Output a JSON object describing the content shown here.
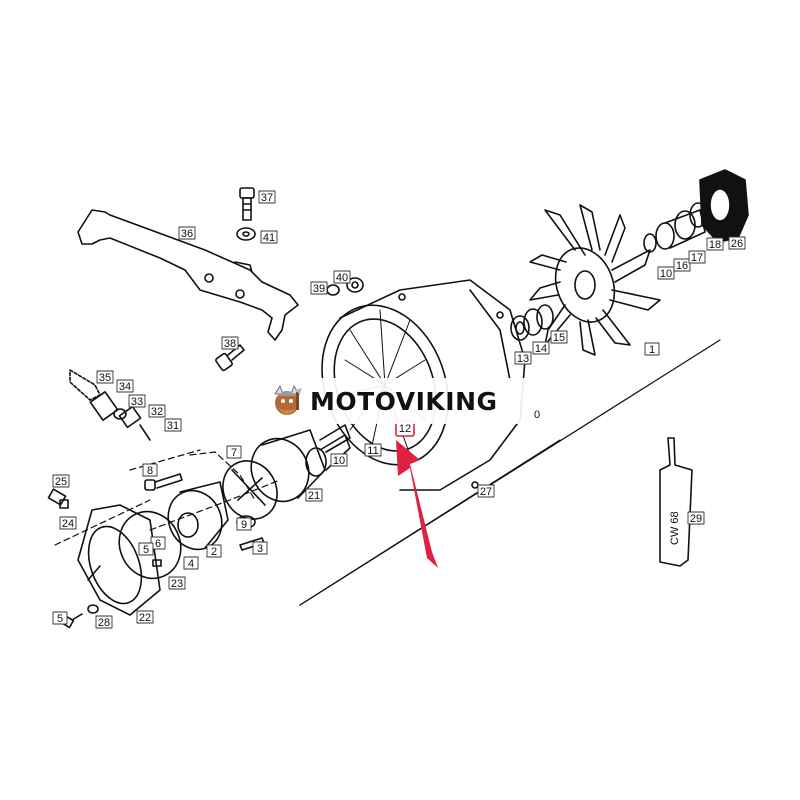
{
  "watermark": {
    "brand_text": "MOTOVIKING"
  },
  "highlight": {
    "part_number": "12",
    "color": "#e0203c"
  },
  "tube_label": "CW 68",
  "callouts": [
    {
      "id": "37",
      "text": "37"
    },
    {
      "id": "41",
      "text": "41"
    },
    {
      "id": "36",
      "text": "36"
    },
    {
      "id": "38",
      "text": "38"
    },
    {
      "id": "39",
      "text": "39"
    },
    {
      "id": "40",
      "text": "40"
    },
    {
      "id": "35",
      "text": "35"
    },
    {
      "id": "34",
      "text": "34"
    },
    {
      "id": "33",
      "text": "33"
    },
    {
      "id": "32",
      "text": "32"
    },
    {
      "id": "31",
      "text": "31"
    },
    {
      "id": "25",
      "text": "25"
    },
    {
      "id": "24",
      "text": "24"
    },
    {
      "id": "8",
      "text": "8"
    },
    {
      "id": "7",
      "text": "7"
    },
    {
      "id": "9",
      "text": "9"
    },
    {
      "id": "6",
      "text": "6"
    },
    {
      "id": "5a",
      "text": "5"
    },
    {
      "id": "4",
      "text": "4"
    },
    {
      "id": "2",
      "text": "2"
    },
    {
      "id": "3",
      "text": "3"
    },
    {
      "id": "23",
      "text": "23"
    },
    {
      "id": "22",
      "text": "22"
    },
    {
      "id": "5b",
      "text": "5"
    },
    {
      "id": "28",
      "text": "28"
    },
    {
      "id": "10a",
      "text": "10"
    },
    {
      "id": "11",
      "text": "11"
    },
    {
      "id": "12",
      "text": "12"
    },
    {
      "id": "21",
      "text": "21"
    },
    {
      "id": "27",
      "text": "27"
    },
    {
      "id": "13",
      "text": "13"
    },
    {
      "id": "14",
      "text": "14"
    },
    {
      "id": "15",
      "text": "15"
    },
    {
      "id": "1",
      "text": "1"
    },
    {
      "id": "10b",
      "text": "10"
    },
    {
      "id": "16",
      "text": "16"
    },
    {
      "id": "17",
      "text": "17"
    },
    {
      "id": "18",
      "text": "18"
    },
    {
      "id": "26",
      "text": "26"
    },
    {
      "id": "29",
      "text": "29"
    },
    {
      "id": "20",
      "text": "0"
    }
  ]
}
